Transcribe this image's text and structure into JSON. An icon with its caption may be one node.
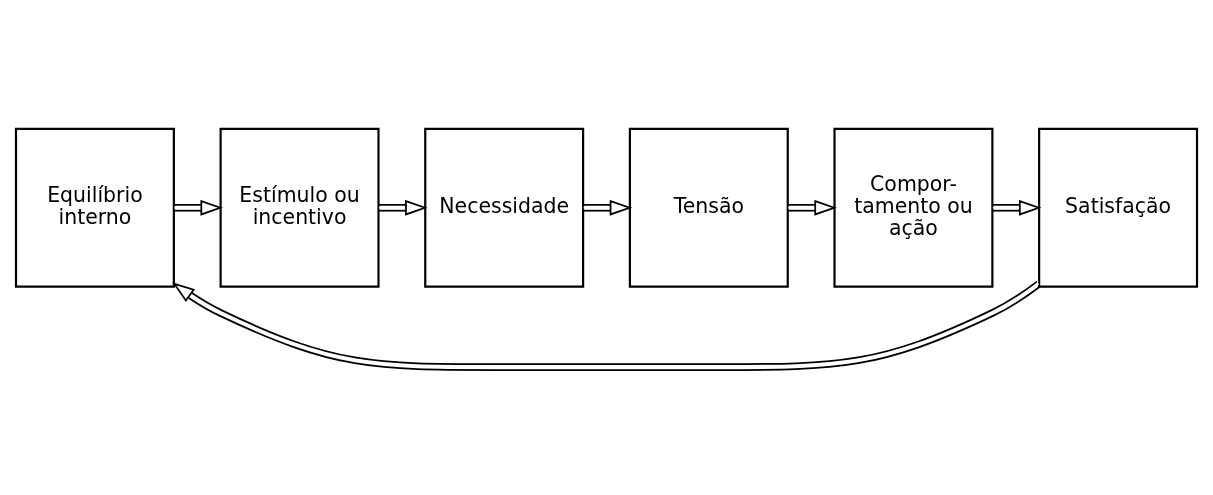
{
  "diagram": {
    "nodes": [
      {
        "text": [
          "Equilíbrio interno"
        ]
      },
      {
        "text": [
          "Estímulo ou incentivo"
        ]
      },
      {
        "text": [
          "Necessidade"
        ]
      },
      {
        "text": [
          "Tensão"
        ]
      },
      {
        "text": [
          "Compor- tamento ou ação"
        ]
      },
      {
        "text": [
          "Satisfação"
        ]
      }
    ],
    "edges": [
      {
        "from": 0,
        "to": 1,
        "arrow": "to"
      },
      {
        "from": 1,
        "to": 2,
        "arrow": "to"
      },
      {
        "from": 2,
        "to": 3,
        "arrow": "to"
      },
      {
        "from": 3,
        "to": 4,
        "arrow": "to"
      },
      {
        "from": 4,
        "to": 5,
        "arrow": "to"
      },
      {
        "from": 5,
        "to": 0,
        "arrow": "to"
      }
    ]
  }
}
